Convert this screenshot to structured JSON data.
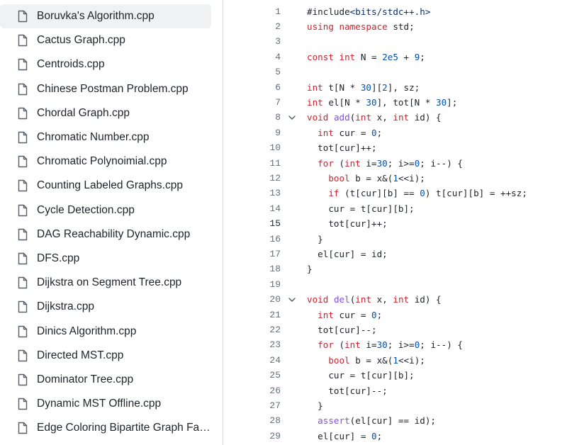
{
  "sidebar": {
    "files": [
      "Boruvka's Algorithm.cpp",
      "Cactus Graph.cpp",
      "Centroids.cpp",
      "Chinese Postman Problem.cpp",
      "Chordal Graph.cpp",
      "Chromatic Number.cpp",
      "Chromatic Polynoimial.cpp",
      "Counting Labeled Graphs.cpp",
      "Cycle Detection.cpp",
      "DAG Reachability Dynamic.cpp",
      "DFS.cpp",
      "Dijkstra on Segment Tree.cpp",
      "Dijkstra.cpp",
      "Dinics Algorithm.cpp",
      "Directed MST.cpp",
      "Dominator Tree.cpp",
      "Dynamic MST Offline.cpp",
      "Edge Coloring Bipartite Graph Fast..."
    ],
    "selected_index": 0,
    "file_icon": "file-icon"
  },
  "editor": {
    "active_line": 15,
    "fold_icon": "chevron-down-icon",
    "lines": [
      {
        "n": "1",
        "tokens": [
          [
            "p",
            "#include"
          ],
          [
            "s",
            "<bits/stdc++.h>"
          ]
        ]
      },
      {
        "n": "2",
        "tokens": [
          [
            "k",
            "using"
          ],
          [
            "p",
            " "
          ],
          [
            "k",
            "namespace"
          ],
          [
            "p",
            " std;"
          ]
        ]
      },
      {
        "n": "3",
        "tokens": []
      },
      {
        "n": "4",
        "tokens": [
          [
            "k",
            "const"
          ],
          [
            "p",
            " "
          ],
          [
            "k",
            "int"
          ],
          [
            "p",
            " N = "
          ],
          [
            "c",
            "2e5"
          ],
          [
            "p",
            " + "
          ],
          [
            "c",
            "9"
          ],
          [
            "p",
            ";"
          ]
        ]
      },
      {
        "n": "5",
        "tokens": []
      },
      {
        "n": "6",
        "tokens": [
          [
            "k",
            "int"
          ],
          [
            "p",
            " t[N * "
          ],
          [
            "c",
            "30"
          ],
          [
            "p",
            "]["
          ],
          [
            "c",
            "2"
          ],
          [
            "p",
            "], sz;"
          ]
        ]
      },
      {
        "n": "7",
        "tokens": [
          [
            "k",
            "int"
          ],
          [
            "p",
            " el[N * "
          ],
          [
            "c",
            "30"
          ],
          [
            "p",
            "], tot[N * "
          ],
          [
            "c",
            "30"
          ],
          [
            "p",
            "];"
          ]
        ]
      },
      {
        "n": "8",
        "fold": true,
        "tokens": [
          [
            "k",
            "void"
          ],
          [
            "p",
            " "
          ],
          [
            "f",
            "add"
          ],
          [
            "p",
            "("
          ],
          [
            "k",
            "int"
          ],
          [
            "p",
            " x, "
          ],
          [
            "k",
            "int"
          ],
          [
            "p",
            " id) {"
          ]
        ]
      },
      {
        "n": "9",
        "tokens": [
          [
            "p",
            "  "
          ],
          [
            "k",
            "int"
          ],
          [
            "p",
            " cur = "
          ],
          [
            "c",
            "0"
          ],
          [
            "p",
            ";"
          ]
        ]
      },
      {
        "n": "10",
        "tokens": [
          [
            "p",
            "  tot[cur]++;"
          ]
        ]
      },
      {
        "n": "11",
        "tokens": [
          [
            "p",
            "  "
          ],
          [
            "k",
            "for"
          ],
          [
            "p",
            " ("
          ],
          [
            "k",
            "int"
          ],
          [
            "p",
            " i="
          ],
          [
            "c",
            "30"
          ],
          [
            "p",
            "; i>="
          ],
          [
            "c",
            "0"
          ],
          [
            "p",
            "; i--) {"
          ]
        ]
      },
      {
        "n": "12",
        "tokens": [
          [
            "p",
            "    "
          ],
          [
            "k",
            "bool"
          ],
          [
            "p",
            " b = x&("
          ],
          [
            "c",
            "1"
          ],
          [
            "p",
            "<<i);"
          ]
        ]
      },
      {
        "n": "13",
        "tokens": [
          [
            "p",
            "    "
          ],
          [
            "k",
            "if"
          ],
          [
            "p",
            " (t[cur][b] == "
          ],
          [
            "c",
            "0"
          ],
          [
            "p",
            ") t[cur][b] = ++sz;"
          ]
        ]
      },
      {
        "n": "14",
        "tokens": [
          [
            "p",
            "    cur = t[cur][b];"
          ]
        ]
      },
      {
        "n": "15",
        "tokens": [
          [
            "p",
            "    tot[cur]++;"
          ]
        ]
      },
      {
        "n": "16",
        "tokens": [
          [
            "p",
            "  }"
          ]
        ]
      },
      {
        "n": "17",
        "tokens": [
          [
            "p",
            "  el[cur] = id;"
          ]
        ]
      },
      {
        "n": "18",
        "tokens": [
          [
            "p",
            "}"
          ]
        ]
      },
      {
        "n": "19",
        "tokens": []
      },
      {
        "n": "20",
        "fold": true,
        "tokens": [
          [
            "k",
            "void"
          ],
          [
            "p",
            " "
          ],
          [
            "f",
            "del"
          ],
          [
            "p",
            "("
          ],
          [
            "k",
            "int"
          ],
          [
            "p",
            " x, "
          ],
          [
            "k",
            "int"
          ],
          [
            "p",
            " id) {"
          ]
        ]
      },
      {
        "n": "21",
        "tokens": [
          [
            "p",
            "  "
          ],
          [
            "k",
            "int"
          ],
          [
            "p",
            " cur = "
          ],
          [
            "c",
            "0"
          ],
          [
            "p",
            ";"
          ]
        ]
      },
      {
        "n": "22",
        "tokens": [
          [
            "p",
            "  tot[cur]--;"
          ]
        ]
      },
      {
        "n": "23",
        "tokens": [
          [
            "p",
            "  "
          ],
          [
            "k",
            "for"
          ],
          [
            "p",
            " ("
          ],
          [
            "k",
            "int"
          ],
          [
            "p",
            " i="
          ],
          [
            "c",
            "30"
          ],
          [
            "p",
            "; i>="
          ],
          [
            "c",
            "0"
          ],
          [
            "p",
            "; i--) {"
          ]
        ]
      },
      {
        "n": "24",
        "tokens": [
          [
            "p",
            "    "
          ],
          [
            "k",
            "bool"
          ],
          [
            "p",
            " b = x&("
          ],
          [
            "c",
            "1"
          ],
          [
            "p",
            "<<i);"
          ]
        ]
      },
      {
        "n": "25",
        "tokens": [
          [
            "p",
            "    cur = t[cur][b];"
          ]
        ]
      },
      {
        "n": "26",
        "tokens": [
          [
            "p",
            "    tot[cur]--;"
          ]
        ]
      },
      {
        "n": "27",
        "tokens": [
          [
            "p",
            "  }"
          ]
        ]
      },
      {
        "n": "28",
        "tokens": [
          [
            "p",
            "  "
          ],
          [
            "f",
            "assert"
          ],
          [
            "p",
            "(el[cur] == id);"
          ]
        ]
      },
      {
        "n": "29",
        "tokens": [
          [
            "p",
            "  el[cur] = "
          ],
          [
            "c",
            "0"
          ],
          [
            "p",
            ";"
          ]
        ]
      }
    ]
  },
  "colors": {
    "keyword": "#cf222e",
    "function": "#8250df",
    "constant": "#0550ae",
    "string": "#0a3069",
    "selected_bg": "#eff1f3"
  }
}
